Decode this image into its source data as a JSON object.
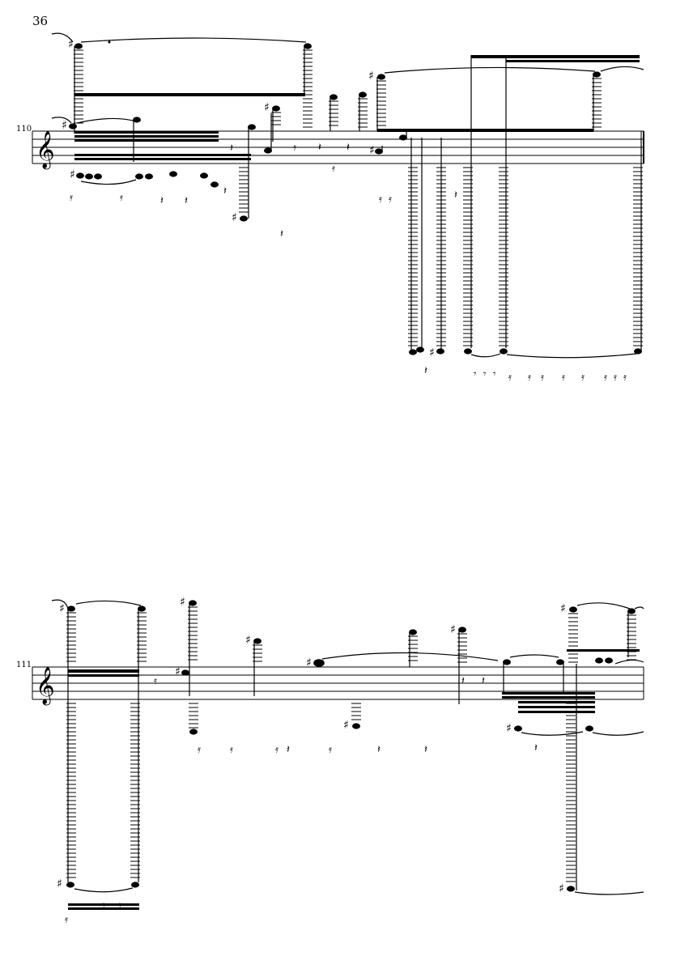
{
  "page": {
    "number": "36"
  },
  "systems": [
    {
      "measure_number": "110",
      "clef": "treble-clef"
    },
    {
      "measure_number": "111",
      "clef": "treble-clef"
    }
  ]
}
